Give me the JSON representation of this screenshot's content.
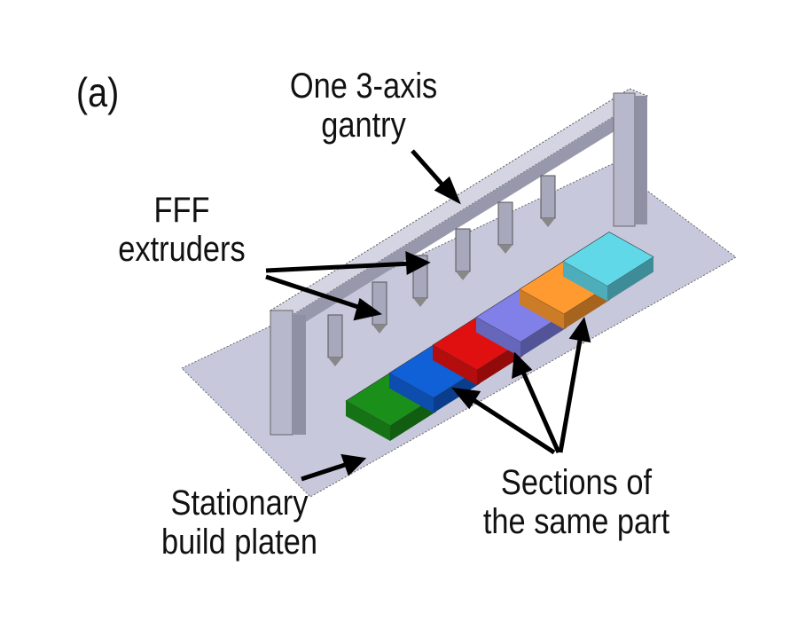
{
  "panel_label": "(a)",
  "labels": {
    "gantry": [
      "One 3-axis",
      "gantry"
    ],
    "extruders": [
      "FFF",
      "extruders"
    ],
    "platen": [
      "Stationary",
      "build platen"
    ],
    "sections": [
      "Sections of",
      "the same part"
    ]
  },
  "section_colors": [
    "#1a8f1a",
    "#1060d8",
    "#e01010",
    "#8080e8",
    "#ff9a30",
    "#60d8e8"
  ]
}
